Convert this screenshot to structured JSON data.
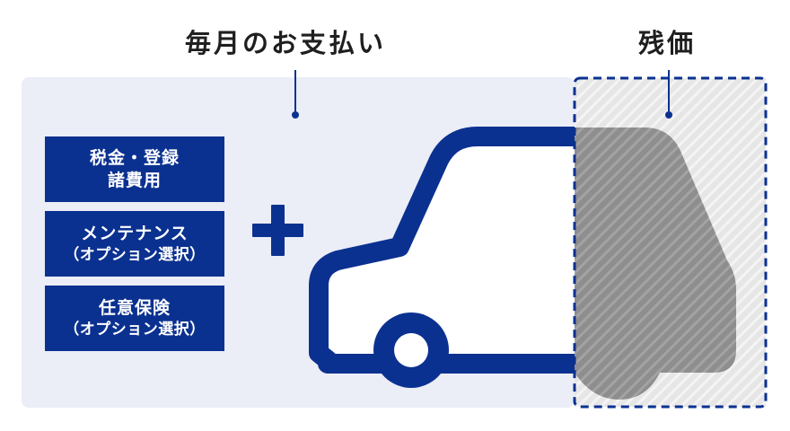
{
  "colors": {
    "navy": "#0b3190",
    "panel_bg": "#ebedf7",
    "label_text": "#1f1f1f",
    "residual_fill": "#8e8e8e",
    "residual_stripe_bg": "#e6e6e6"
  },
  "labels": {
    "monthly_payment": "毎月のお支払い",
    "residual_value": "残価"
  },
  "boxes": [
    {
      "line1": "税金・登録",
      "line2": "諸費用"
    },
    {
      "line1": "メンテナンス",
      "line2": "（オプション選択）"
    },
    {
      "line1": "任意保険",
      "line2": "（オプション選択）"
    }
  ],
  "icons": {
    "plus": "plus-icon",
    "car": "car-icon"
  }
}
